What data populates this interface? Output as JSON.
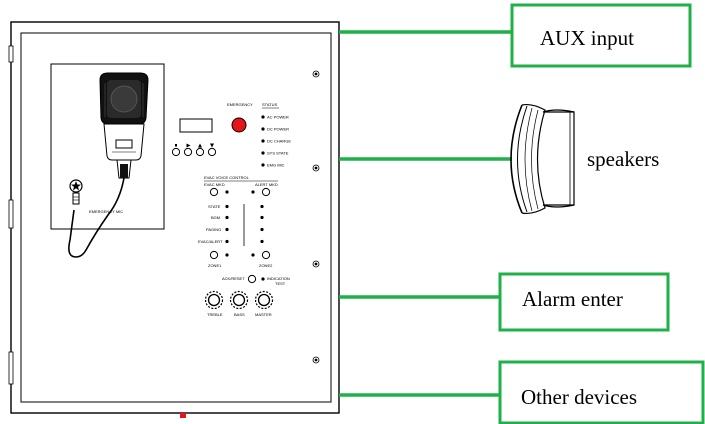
{
  "diagram": {
    "callouts": {
      "aux": "AUX input",
      "speakers": "speakers",
      "alarm": "Alarm enter",
      "other": "Other devices"
    },
    "panel": {
      "emergency": "EMERGENCY",
      "status": "STATUS",
      "status_items": [
        "AC POWER",
        "DC POWER",
        "DC CHARGE",
        "SYS STATE",
        "EMG MIC"
      ],
      "evac_title": "EVAC VOICE CONTROL",
      "evac_mkd": "EVAC MKD",
      "alert_mkd": "ALERT MKD",
      "row_labels": [
        "STATE",
        "BGM",
        "PAGING",
        "EVAC/ALERT"
      ],
      "zone1": "ZONE1",
      "zone2": "ZONE2",
      "ack_reset": "ACK/RESET",
      "indication": "INDICATION",
      "test": "TEST",
      "knobs": [
        "TREBLE",
        "BASS",
        "MASTER"
      ],
      "emergency_mic": "EMERGENCY MIC"
    },
    "colors": {
      "connector": "#1fb04a",
      "emergency_button": "#e8141b",
      "bottom_marker": "#e8141b"
    }
  }
}
